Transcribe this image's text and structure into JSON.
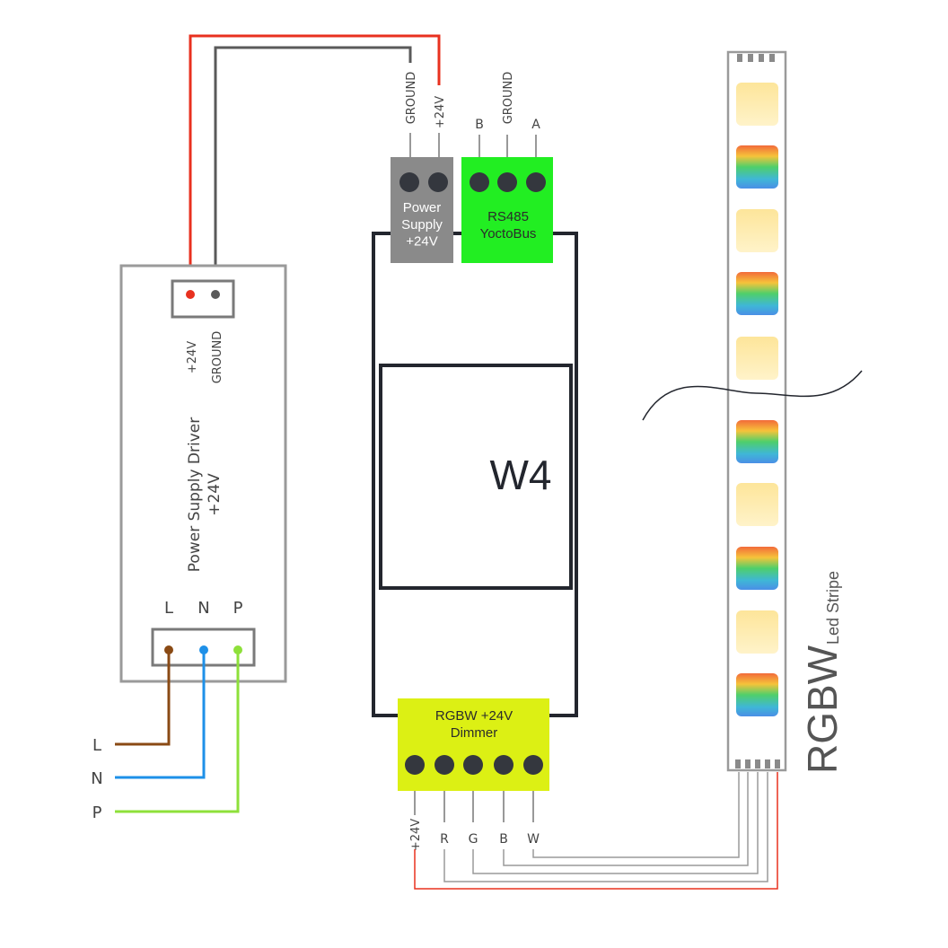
{
  "driver": {
    "title_line1": "Power Supply Driver",
    "title_line2": "+24V",
    "out_plus": "+24V",
    "out_ground": "GROUND",
    "in_l": "L",
    "in_n": "N",
    "in_p": "P"
  },
  "mains": {
    "l": "L",
    "n": "N",
    "p": "P"
  },
  "module": {
    "name": "W4",
    "power_block": "Power\nSupply\n+24V",
    "rs485_block": "RS485\nYoctoBus",
    "dimmer_block": "RGBW +24V\nDimmer"
  },
  "power_terminals": {
    "ground": "GROUND",
    "plus": "+24V"
  },
  "rs485_terminals": {
    "b": "B",
    "ground": "GROUND",
    "a": "A"
  },
  "dimmer_terminals": [
    "+24V",
    "R",
    "G",
    "B",
    "W"
  ],
  "strip": {
    "title": "RGBW",
    "subtitle": "Led Stripe"
  },
  "colors": {
    "wire_red": "#e8311f",
    "wire_gray": "#5a5a5a",
    "wire_brown": "#8a4a14",
    "wire_blue": "#1e90e8",
    "wire_green": "#8ee03a",
    "rs485_green": "#22ee22",
    "dimmer_yellow": "#dcf014",
    "power_gray": "#8a8a8a",
    "module_frame": "#23262e"
  }
}
